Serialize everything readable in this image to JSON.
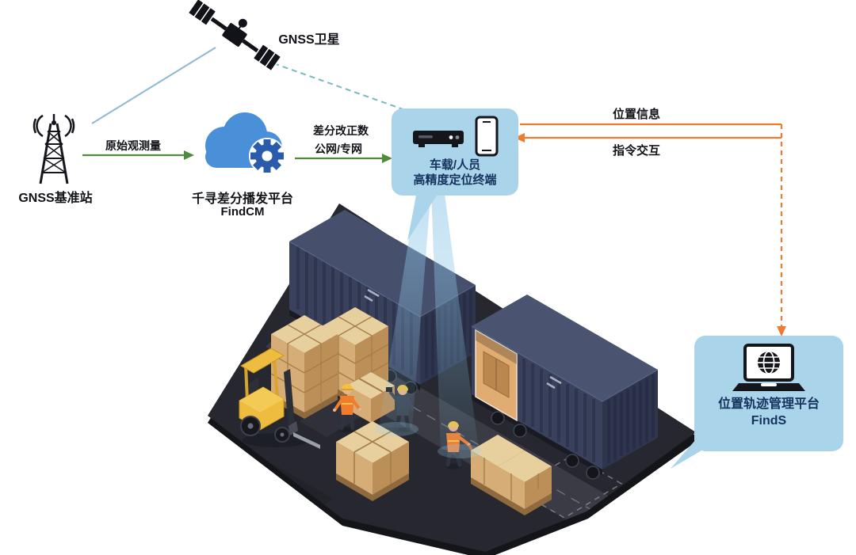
{
  "diagram": {
    "satellite": {
      "label": "GNSS卫星"
    },
    "base_station": {
      "label": "GNSS基准站"
    },
    "cloud_platform": {
      "name": "千寻差分播发平台",
      "product": "FindCM"
    },
    "flows": {
      "raw_observation": "原始观测量",
      "correction_line1": "差分改正数",
      "correction_line2": "公网/专网",
      "location_info": "位置信息",
      "command_interaction": "指令交互"
    },
    "terminal_panel": {
      "line1": "车载/人员",
      "line2": "高精度定位终端"
    },
    "management_panel": {
      "name": "位置轨迹管理平台",
      "product": "FindS"
    }
  },
  "colors": {
    "accent_green": "#4e8c3c",
    "accent_orange": "#ee7c2f",
    "panel_blue": "#a9d4e9",
    "cloud_blue": "#4a90d8",
    "gear_blue": "#2b5cab",
    "link_blue": "#8fb8d0",
    "link_teal": "#79b9bd",
    "label_dark": "#111318",
    "panel_text": "#14325e"
  }
}
